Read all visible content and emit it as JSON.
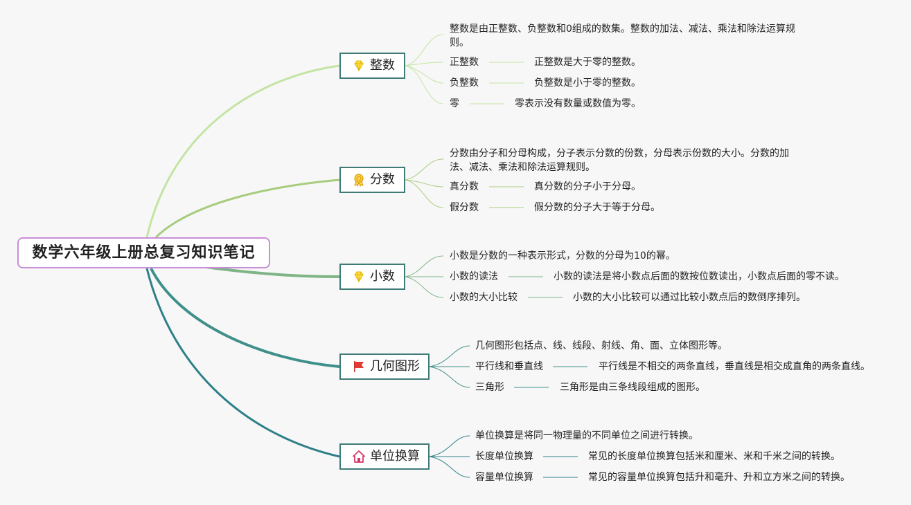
{
  "root": {
    "title": "数学六年级上册总复习知识笔记"
  },
  "colors": {
    "root_border": "#c98fd8",
    "branch_border": "#3f7a76",
    "line_integer": "#c3e4a2",
    "line_fraction": "#a8cc7e",
    "line_decimal": "#7fb487",
    "line_geometry": "#3f8f8a",
    "line_unit": "#2e8088"
  },
  "branches": [
    {
      "label": "整数",
      "icon": "diamond-icon",
      "definition": "整数是由正整数、负整数和0组成的数集。整数的加法、减法、乘法和除法运算规则。",
      "items": [
        {
          "term": "正整数",
          "desc": "正整数是大于零的整数。"
        },
        {
          "term": "负整数",
          "desc": "负整数是小于零的整数。"
        },
        {
          "term": "零",
          "desc": "零表示没有数量或数值为零。"
        }
      ]
    },
    {
      "label": "分数",
      "icon": "medal-icon",
      "definition": "分数由分子和分母构成，分子表示分数的份数，分母表示份数的大小。分数的加法、减法、乘法和除法运算规则。",
      "items": [
        {
          "term": "真分数",
          "desc": "真分数的分子小于分母。"
        },
        {
          "term": "假分数",
          "desc": "假分数的分子大于等于分母。"
        }
      ]
    },
    {
      "label": "小数",
      "icon": "diamond-icon",
      "definition": "小数是分数的一种表示形式，分数的分母为10的幂。",
      "items": [
        {
          "term": "小数的读法",
          "desc": "小数的读法是将小数点后面的数按位数读出，小数点后面的零不读。"
        },
        {
          "term": "小数的大小比较",
          "desc": "小数的大小比较可以通过比较小数点后的数倒序排列。"
        }
      ]
    },
    {
      "label": "几何图形",
      "icon": "flag-icon",
      "definition": "几何图形包括点、线、线段、射线、角、面、立体图形等。",
      "items": [
        {
          "term": "平行线和垂直线",
          "desc": "平行线是不相交的两条直线，垂直线是相交成直角的两条直线。"
        },
        {
          "term": "三角形",
          "desc": "三角形是由三条线段组成的图形。"
        }
      ]
    },
    {
      "label": "单位换算",
      "icon": "house-icon",
      "definition": "单位换算是将同一物理量的不同单位之间进行转换。",
      "items": [
        {
          "term": "长度单位换算",
          "desc": "常见的长度单位换算包括米和厘米、米和千米之间的转换。"
        },
        {
          "term": "容量单位换算",
          "desc": "常见的容量单位换算包括升和毫升、升和立方米之间的转换。"
        }
      ]
    }
  ]
}
